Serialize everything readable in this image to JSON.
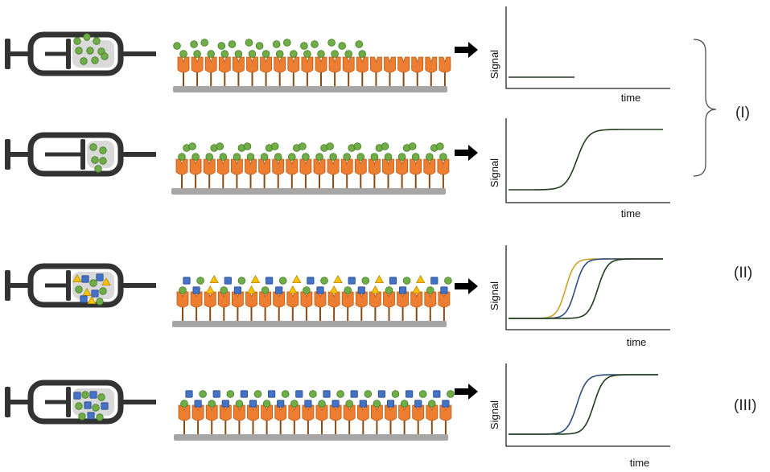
{
  "colors": {
    "syringe": "#333333",
    "chamber": "#d9d9d9",
    "receptor": "#ed7d31",
    "receptor_edge": "#b85a14",
    "stem": "#8a4a14",
    "surface": "#a6a6a6",
    "green": "#70ad47",
    "green_edge": "#3f7a25",
    "blue": "#4472c4",
    "blue_edge": "#2a4d8f",
    "yellow": "#ffc000",
    "yellow_edge": "#b38600",
    "curve_dark": "#1f3d1a",
    "curve_yellow": "#c9a227",
    "curve_blue": "#2b4d7a",
    "arrow": "#000000"
  },
  "rows": [
    {
      "id": "row-1",
      "syringe_contents": "green-particles-full",
      "surface_particles": [
        "green"
      ],
      "response": "flat-signal"
    },
    {
      "id": "row-2",
      "syringe_contents": "green-particles-few",
      "surface_particles": [
        "green"
      ],
      "response": "sigmoid-signal"
    },
    {
      "id": "row-3",
      "syringe_contents": "green-blue-yellow-particles",
      "surface_particles": [
        "green",
        "blue",
        "yellow"
      ],
      "response": "three-shifted-sigmoids"
    },
    {
      "id": "row-4",
      "syringe_contents": "green-blue-particles",
      "surface_particles": [
        "green",
        "blue"
      ],
      "response": "two-shifted-sigmoids"
    }
  ],
  "plots": [
    {
      "ylabel": "Signal",
      "xlabel": "time"
    },
    {
      "ylabel": "Signal",
      "xlabel": "time"
    },
    {
      "ylabel": "Signal",
      "xlabel": "time"
    },
    {
      "ylabel": "Signal",
      "xlabel": "time"
    }
  ],
  "groups": [
    {
      "label": "(I)"
    },
    {
      "label": "(II)"
    },
    {
      "label": "(III)"
    }
  ]
}
